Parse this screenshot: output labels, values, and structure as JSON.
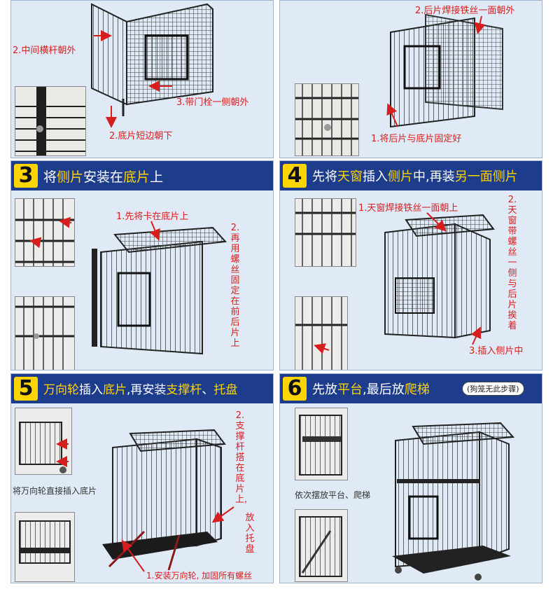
{
  "top_left": {
    "label_crossbar": "2.中间横杆朝外",
    "label_latch": "3.带门栓一侧朝外",
    "label_base": "2.底片短边朝下"
  },
  "top_right": {
    "label_rear": "2.后片焊接铁丝一面朝外",
    "label_fix": "1.将后片与底片固定好"
  },
  "step3": {
    "number": "3",
    "title_parts": [
      "将",
      "侧片",
      "安装在",
      "底片",
      "上"
    ],
    "label_clip": "1.先将卡在底片上",
    "label_screw": "2.再用螺丝固定在前后片上"
  },
  "step4": {
    "number": "4",
    "title_parts": [
      "先将",
      "天窗",
      "插入",
      "侧片",
      "中,再装",
      "另一面侧片"
    ],
    "label_skylight": "1.天窗焊接铁丝一面朝上",
    "label_skylight_side": "2.天窗带螺丝一侧与后片挨着",
    "label_insert": "3.插入侧片中"
  },
  "step5": {
    "number": "5",
    "title_parts": [
      "万向轮",
      "插入",
      "底片",
      ",再安装",
      "支撑杆",
      "、",
      "托盘"
    ],
    "label_wheel_insert": "将万向轮直接插入底片",
    "label_support": "2.支撑杆搭在底片上,",
    "label_tray": "放入托盘",
    "label_casters": "1.安装万向轮, 加固所有螺丝"
  },
  "step6": {
    "number": "6",
    "title_parts": [
      "先放",
      "平台",
      ",最后放",
      "爬梯"
    ],
    "note": "(狗笼无此步骤)",
    "label_place": "依次摆放平台、爬梯"
  },
  "colors": {
    "banner": "#1d3c8c",
    "number_badge": "#ffd400",
    "highlight": "#ffd400",
    "annotation": "#d61e1e",
    "panel_bg": "#dfeaf6"
  }
}
